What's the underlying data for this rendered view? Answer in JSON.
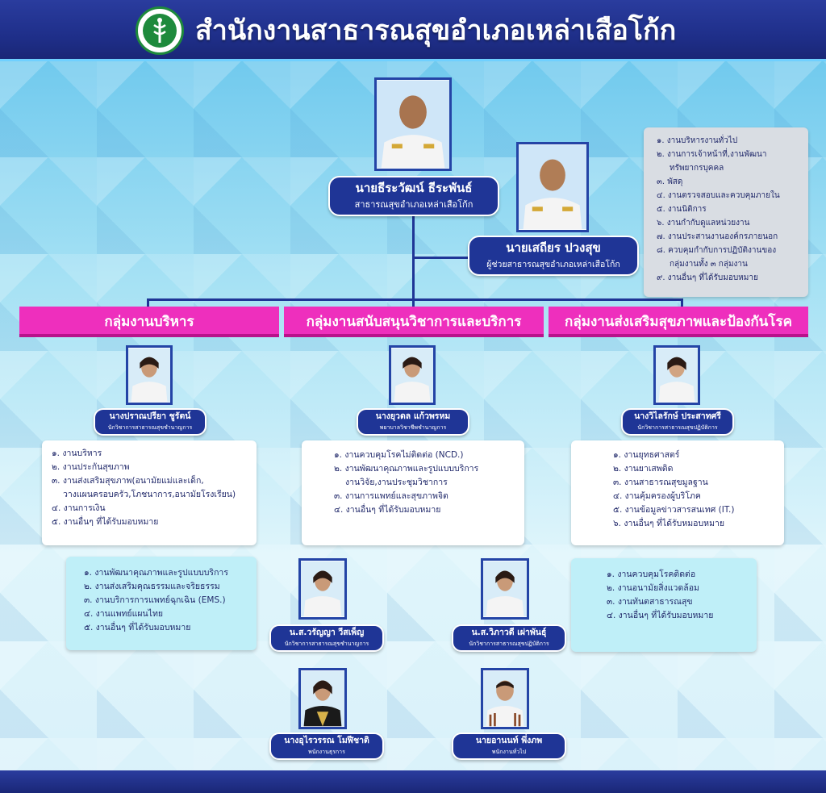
{
  "header": {
    "title": "สำนักงานสาธารณสุขอำเภอเหล่าเสือโก้ก",
    "logo_icon": "ministry-of-public-health-logo",
    "colors": {
      "header": "#1f2f8a",
      "group_header": "#ee2fbd",
      "name_box": "#1f3596"
    }
  },
  "chief": {
    "name": "นายธีระวัฒน์ ธีระพันธ์",
    "position": "สาธารณสุขอำเภอเหล่าเสือโก้ก"
  },
  "deputy": {
    "name": "นายเสถียร ปวงสุข",
    "position": "ผู้ช่วยสาธารณสุขอำเภอเหล่าเสือโก้ก"
  },
  "deputy_tasks": [
    "๑. งานบริหารงานทั่วไป",
    "๒. งานการเจ้าหน้าที่,งานพัฒนา",
    "ทรัพยากรบุคคล",
    "๓. พัสดุ",
    "๔. งานตรวจสอบและควบคุมภายใน",
    "๕. งานนิติการ",
    "๖. งานกำกับดูแลหน่วยงาน",
    "๗. งานประสานงานองค์กรภายนอก",
    "๘. ควบคุมกำกับการปฏิบัติงานของ",
    "กลุ่มงานทั้ง ๓ กลุ่มงาน",
    "๙. งานอื่นๆ ที่ได้รับมอบหมาย"
  ],
  "groups": [
    {
      "title": "กลุ่มงานบริหาร",
      "head": {
        "name": "นางปราณปรียา ชูรัตน์",
        "position": "นักวิชาการสาธารณสุขชำนาญการ"
      },
      "tasks": [
        "๑. งานบริหาร",
        "๒. งานประกันสุขภาพ",
        "๓. งานส่งเสริมสุขภาพ(อนามัยแม่และเด็ก,",
        "วางแผนครอบครัว,โภชนาการ,อนามัยโรงเรียน)",
        "๔. งานการเงิน",
        "๕. งานอื่นๆ ที่ได้รับมอบหมาย"
      ]
    },
    {
      "title": "กลุ่มงานสนับสนุนวิชาการและบริการ",
      "head": {
        "name": "นางยุวดล แก้วพรหม",
        "position": "พยาบาลวิชาชีพชำนาญการ"
      },
      "tasks": [
        "๑. งานควบคุมโรคไม่ติดต่อ (NCD.)",
        "๒. งานพัฒนาคุณภาพและรูปแบบบริการ",
        "งานวิจัย,งานประชุมวิชาการ",
        "๓. งานการแพทย์และสุขภาพจิต",
        "๔. งานอื่นๆ ที่ได้รับมอบหมาย"
      ]
    },
    {
      "title": "กลุ่มงานส่งเสริมสุขภาพและป้องกันโรค",
      "head": {
        "name": "นางวิไลรักษ์ ประสาทศรี",
        "position": "นักวิชาการสาธารณสุขปฏิบัติการ"
      },
      "tasks": [
        "๑. งานยุทธศาสตร์",
        "๒. งานยาเสพติด",
        "๓. งานสาธารณสุขมูลฐาน",
        "๔. งานคุ้มครองผู้บริโภค",
        "๕. งานข้อมูลข่าวสารสนเทศ (IT.)",
        "๖. งานอื่นๆ ที่ได้รับหมอบหมาย"
      ]
    }
  ],
  "staff": [
    {
      "name": "น.ส.วรัญญา วีสเพ็ญ",
      "position": "นักวิชาการสาธารณสุขชำนาญการ"
    },
    {
      "name": "น.ส.วิภาวดี เผ่าพันธุ์",
      "position": "นักวิชาการสาธารณสุขปฏิบัติการ"
    },
    {
      "name": "นางอุไรวรรณ โมฬีชาติ",
      "position": "พนักงานธุรการ"
    },
    {
      "name": "นายอานนท์ พึ่งภพ",
      "position": "พนักงานทั่วไป"
    }
  ],
  "left_tasks": [
    "๑. งานพัฒนาคุณภาพและรูปแบบบริการ",
    "๒. งานส่งเสริมคุณธรรมและจริยธรรม",
    "๓. งานบริการการแพทย์ฉุกเฉิน (EMS.)",
    "๔. งานแพทย์แผนไทย",
    "๕. งานอื่นๆ ที่ได้รับมอบหมาย"
  ],
  "right_tasks": [
    "๑. งานควบคุมโรคติดต่อ",
    "๒. งานอนามัยสิ่งแวดล้อม",
    "๓. งานทันตสาธารณสุข",
    "๔. งานอื่นๆ ที่ได้รับมอบหมาย"
  ]
}
